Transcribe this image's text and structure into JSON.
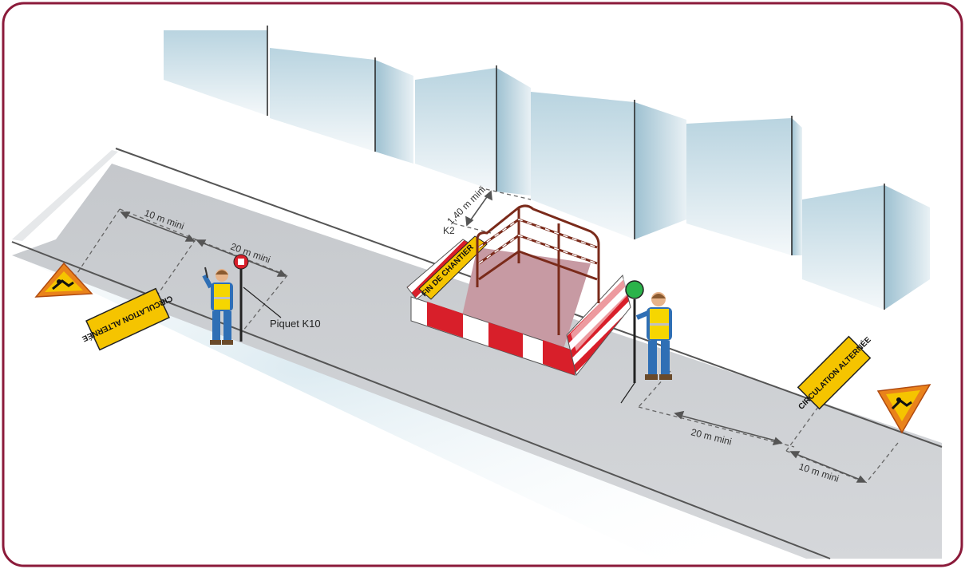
{
  "labels": {
    "dist_10m_left": "10 m mini",
    "dist_20m_left": "20 m mini",
    "dist_width": "1,40 m mini",
    "dist_20m_right": "20 m mini",
    "dist_10m_right": "10 m mini",
    "marker_k2": "K2",
    "piquet_k10": "Piquet K10",
    "panel_fin_chantier": "FIN DE CHANTIER",
    "sign_circulation_left": "CIRCULATION ALTERNÉE",
    "sign_circulation_right": "CIRCULATION ALTERNÉE"
  },
  "colors": {
    "frame": "#8b1a3a",
    "road": "#c9ccd1",
    "sign_yellow": "#f5c400",
    "sign_orange": "#e9821b",
    "barrier_red": "#d81f2a",
    "worker_vest": "#f6d600",
    "worker_shirt": "#2f6fb5",
    "signal_green": "#2bb34a",
    "excavation": "#c79aa3"
  },
  "icons": [
    "roadwork-warning-sign-icon",
    "worker-icon",
    "k10-stop-go-paddle-icon"
  ]
}
